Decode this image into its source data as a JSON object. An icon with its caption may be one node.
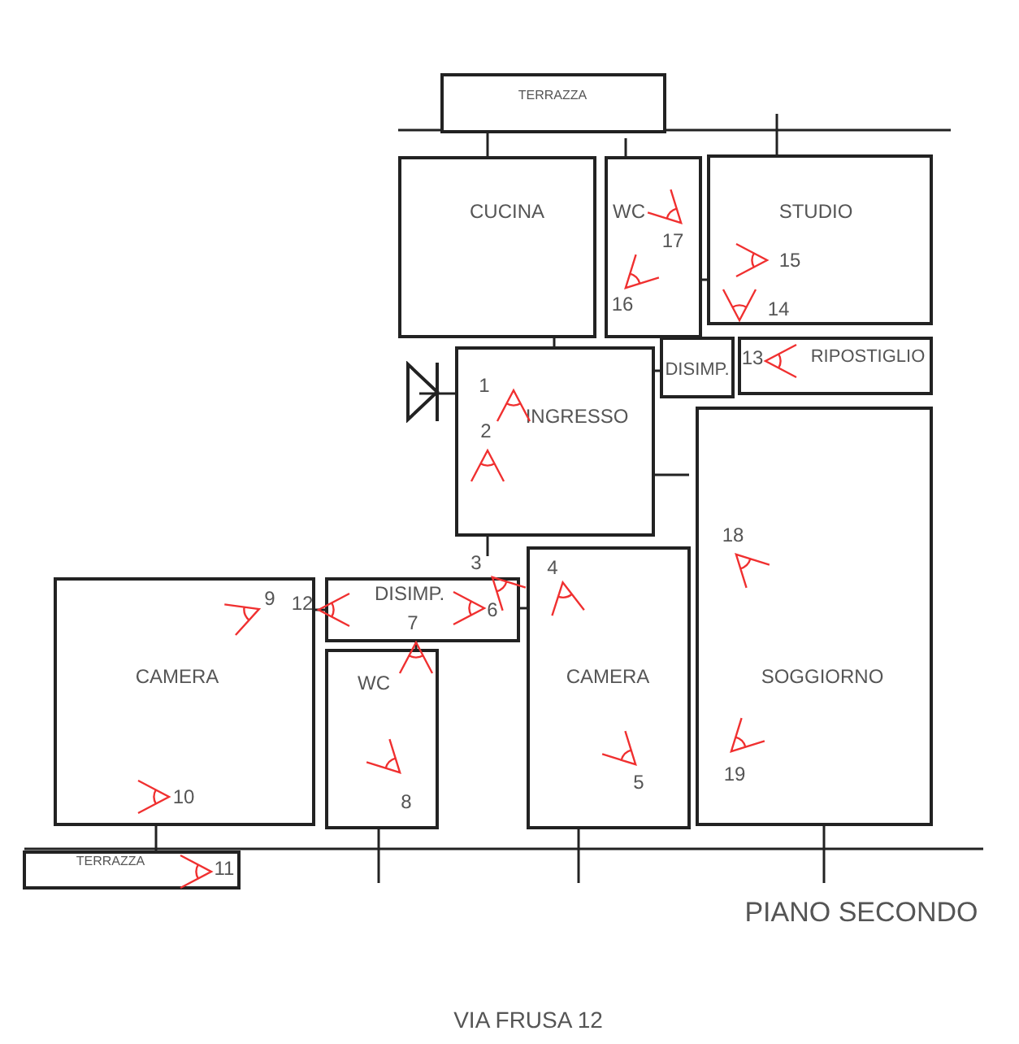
{
  "diagram": {
    "nodes": [
      {
        "text": [
          "TERRAZZA"
        ]
      },
      {
        "text": [
          "CUCINA"
        ]
      },
      {
        "text": [
          "WC"
        ]
      },
      {
        "text": [
          "STUDIO"
        ]
      },
      {
        "text": [
          "DISIMP."
        ]
      },
      {
        "text": [
          "RIPOSTIGLIO"
        ]
      },
      {
        "text": [
          "INGRESSO"
        ]
      },
      {
        "text": [
          "SOGGIORNO"
        ]
      },
      {
        "text": [
          "CAMERA"
        ]
      },
      {
        "text": [
          "DISIMP."
        ]
      },
      {
        "text": [
          "CAMERA"
        ]
      },
      {
        "text": [
          "WC"
        ]
      },
      {
        "text": [
          "TERRAZZA"
        ]
      }
    ],
    "labels": [
      "17",
      "15",
      "16",
      "14",
      "13",
      "1",
      "2",
      "18",
      "3",
      "4",
      "9",
      "12",
      "6",
      "7",
      "19",
      "5",
      "10",
      "8",
      "11",
      "PIANO SECONDO",
      "VIA FRUSA 12"
    ]
  }
}
